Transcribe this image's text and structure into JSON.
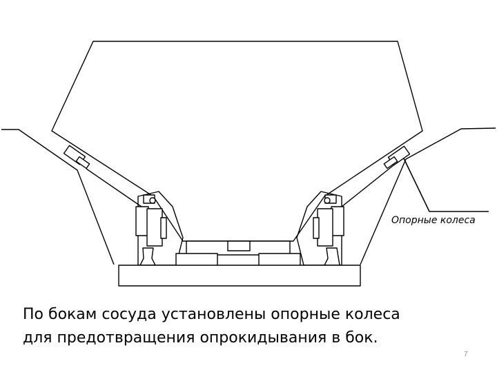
{
  "diagram": {
    "callout_label": "Опорные колеса",
    "line_color": "#000000",
    "background": "#ffffff"
  },
  "caption": {
    "line1": "По бокам сосуда установлены опорные колеса",
    "line2": "для предотвращения опрокидывания в бок."
  },
  "page_number": "7"
}
